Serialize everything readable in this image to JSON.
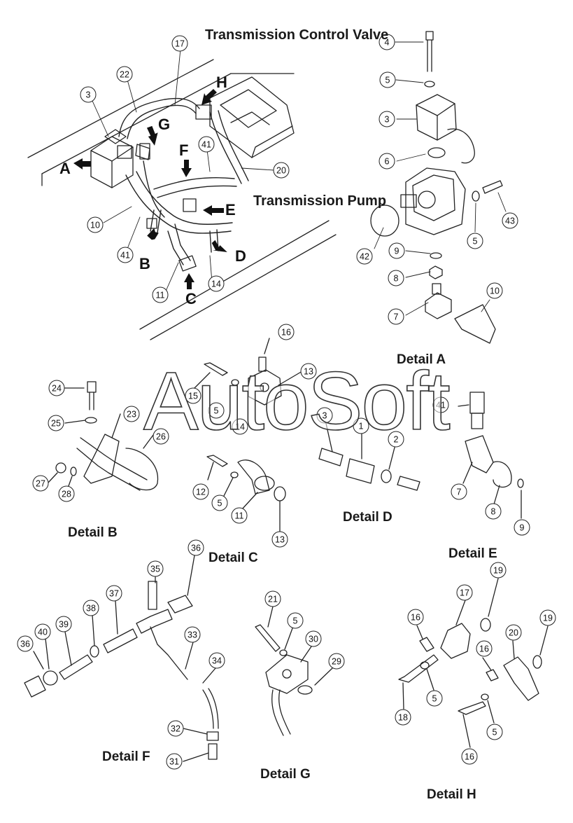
{
  "titles": {
    "control_valve": "Transmission Control Valve",
    "pump": "Transmission Pump",
    "detail_a": "Detail A",
    "detail_b": "Detail B",
    "detail_c": "Detail C",
    "detail_d": "Detail D",
    "detail_e": "Detail E",
    "detail_f": "Detail F",
    "detail_g": "Detail G",
    "detail_h": "Detail H"
  },
  "view_letters": [
    "A",
    "B",
    "C",
    "D",
    "E",
    "F",
    "G",
    "H"
  ],
  "watermark": "AutoSoft",
  "callouts": [
    "1",
    "2",
    "3",
    "4",
    "5",
    "6",
    "7",
    "8",
    "9",
    "10",
    "11",
    "12",
    "13",
    "14",
    "15",
    "16",
    "17",
    "18",
    "19",
    "20",
    "21",
    "22",
    "23",
    "24",
    "25",
    "26",
    "27",
    "28",
    "29",
    "30",
    "31",
    "32",
    "33",
    "34",
    "35",
    "36",
    "37",
    "38",
    "39",
    "40",
    "41",
    "42",
    "43"
  ]
}
